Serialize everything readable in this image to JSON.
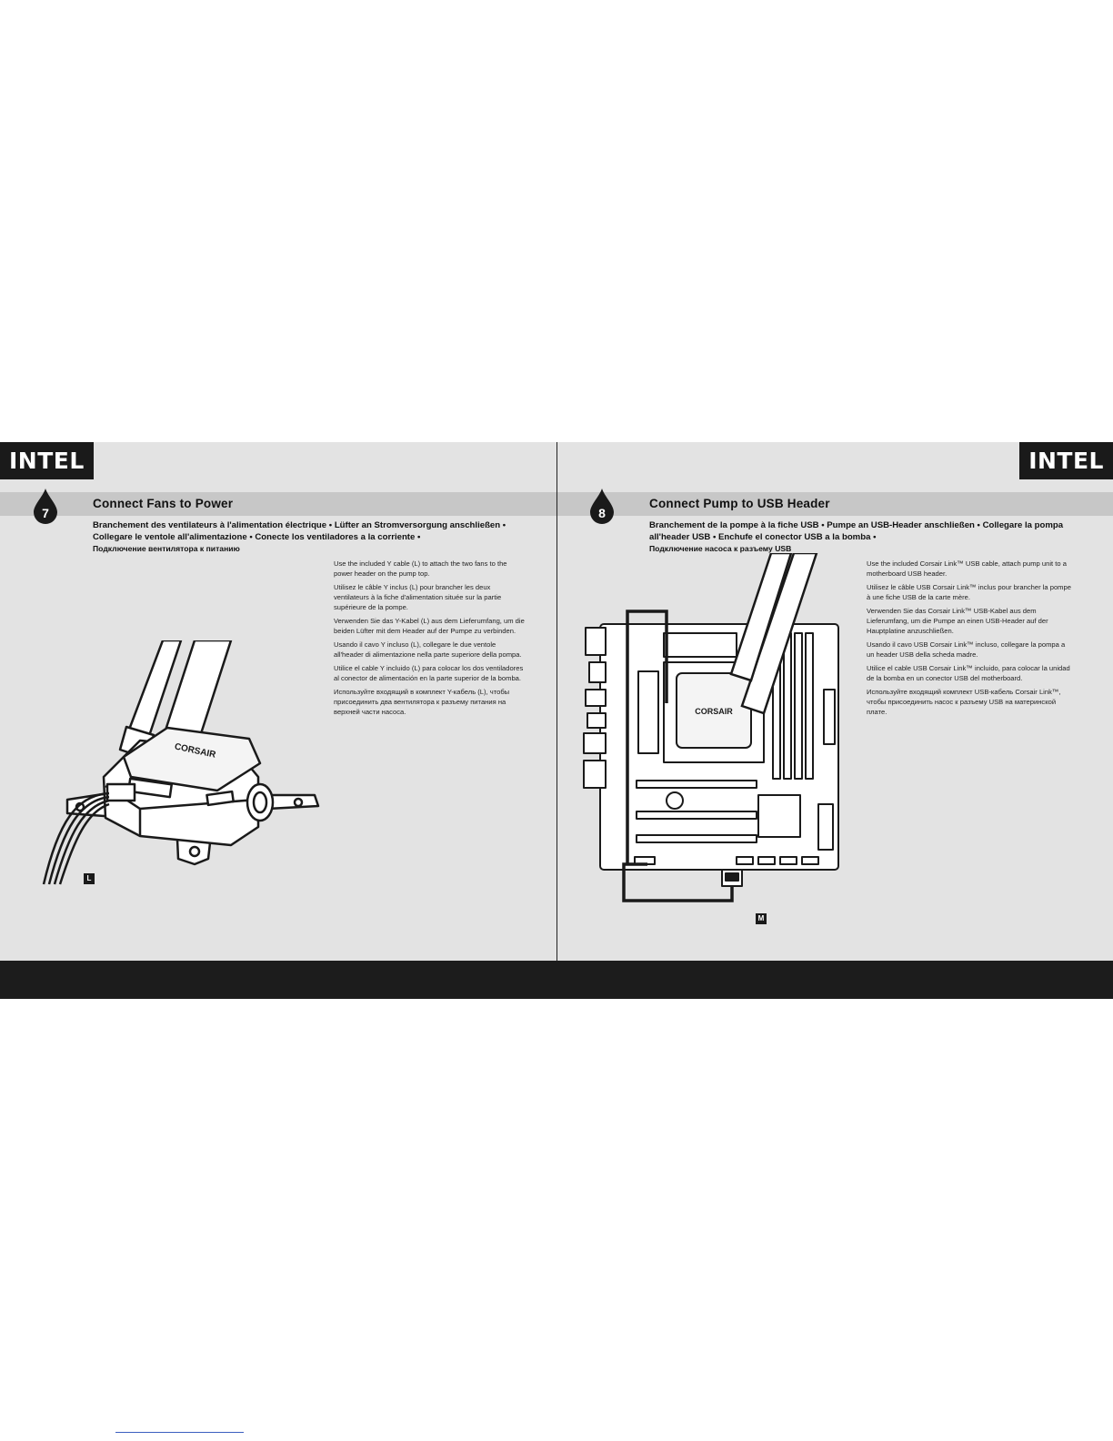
{
  "badge": {
    "left": "INTEL",
    "right": "INTEL"
  },
  "step7": {
    "number": "7",
    "title": "Connect Fans to Power",
    "subtitle": "Branchement des ventilateurs à l'alimentation électrique • Lüfter an Stromversorgung anschließen • Collegare le ventole all'alimentazione • Conecte los ventiladores a la corriente •",
    "subtitle_ru": "Подключение вентилятора к питанию",
    "instructions": [
      "Use the included Y cable (L) to attach the two fans to the power header on the pump top.",
      "Utilisez le câble Y inclus (L) pour brancher les deux ventilateurs à la fiche d'alimentation située sur la partie supérieure de la pompe.",
      "Verwenden Sie das Y-Kabel (L) aus dem Lieferumfang, um die beiden Lüfter mit dem Header auf der Pumpe zu verbinden.",
      "Usando il cavo Y incluso (L), collegare le due ventole all'header di alimentazione nella parte superiore della pompa.",
      "Utilice el cable Y incluido (L) para colocar los dos ventiladores al conector de alimentación en la parte superior de la bomba.",
      "Используйте входящий в комплект Y-кабель (L), чтобы присоединить два вентилятора к разъему питания на верхней части насоса."
    ],
    "part_label": "L",
    "logo_text": "CORSAIR"
  },
  "step8": {
    "number": "8",
    "title": "Connect Pump to USB Header",
    "subtitle": "Branchement de la pompe à la fiche USB • Pumpe an USB-Header anschließen • Collegare la pompa all'header USB • Enchufe el conector USB a la bomba •",
    "subtitle_ru": "Подключение насоса к разъему USB",
    "instructions": [
      "Use the included Corsair Link™ USB cable, attach pump unit to a motherboard USB header.",
      "Utilisez le câble USB Corsair Link™ inclus pour brancher la pompe à une fiche USB de la carte mère.",
      "Verwenden Sie das Corsair Link™ USB-Kabel aus dem Lieferumfang, um die Pumpe an einen USB-Header auf der Hauptplatine anzuschließen.",
      "Usando il cavo USB Corsair Link™ incluso, collegare la pompa a un header USB della scheda madre.",
      "Utilice el cable USB Corsair Link™ incluido, para colocar la unidad de la bomba en un conector USB del motherboard.",
      "Используйте входящий комплект USB-кабель Corsair Link™, чтобы присоединить насос к разъему USB на материнской плате."
    ],
    "part_label": "M",
    "logo_text": "CORSAIR"
  },
  "colors": {
    "panel": "#e3e3e3",
    "band": "#c7c7c7",
    "dark": "#1a1a1a"
  },
  "icons": [
    "water-drop-icon"
  ]
}
